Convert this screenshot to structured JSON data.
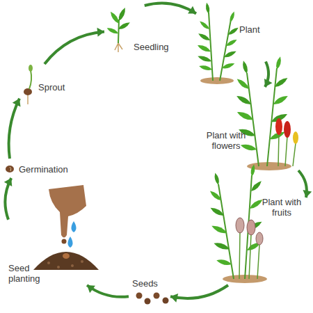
{
  "diagram": {
    "nodes": [
      {
        "text": [
          "Seedling"
        ]
      },
      {
        "text": [
          "Plant"
        ]
      },
      {
        "text": [
          "Plant with flowers"
        ]
      },
      {
        "text": [
          "Plant with fruits"
        ]
      },
      {
        "text": [
          "Seeds"
        ]
      },
      {
        "text": [
          "Seed planting"
        ]
      },
      {
        "text": [
          "Germination"
        ]
      },
      {
        "text": [
          "Sprout"
        ]
      }
    ],
    "edges": [
      {
        "from": 0,
        "to": 1,
        "arrow": "to"
      },
      {
        "from": 1,
        "to": 2,
        "arrow": "to"
      },
      {
        "from": 2,
        "to": 3,
        "arrow": "to"
      },
      {
        "from": 3,
        "to": 4,
        "arrow": "to"
      },
      {
        "from": 4,
        "to": 5,
        "arrow": "to"
      },
      {
        "from": 5,
        "to": 6,
        "arrow": "to"
      },
      {
        "from": 6,
        "to": 7,
        "arrow": "to"
      },
      {
        "from": 7,
        "to": 0,
        "arrow": "to"
      }
    ]
  }
}
